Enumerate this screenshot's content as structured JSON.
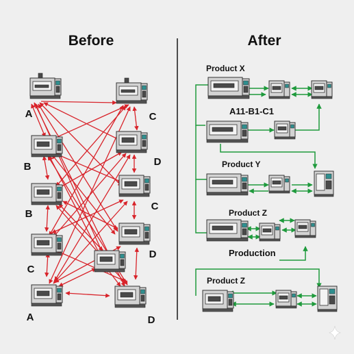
{
  "headings": {
    "before": "Before",
    "after": "After"
  },
  "before_labels": [
    "A",
    "C",
    "B",
    "D",
    "B",
    "C",
    "C",
    "D",
    "A",
    "D"
  ],
  "after_labels": {
    "product_x": "Product X",
    "cell_code": "A11-B1-C1",
    "product_y": "Product Y",
    "product_z_top": "Product Z",
    "production": "Production",
    "product_z_bottom": "Product Z"
  },
  "colors": {
    "before_links": "#d8232a",
    "after_flow": "#1e9a3c",
    "divider": "#222222"
  },
  "icons": [
    "cnc-machine-icon",
    "lathe-icon",
    "milling-machine-icon",
    "sparkle-icon"
  ]
}
